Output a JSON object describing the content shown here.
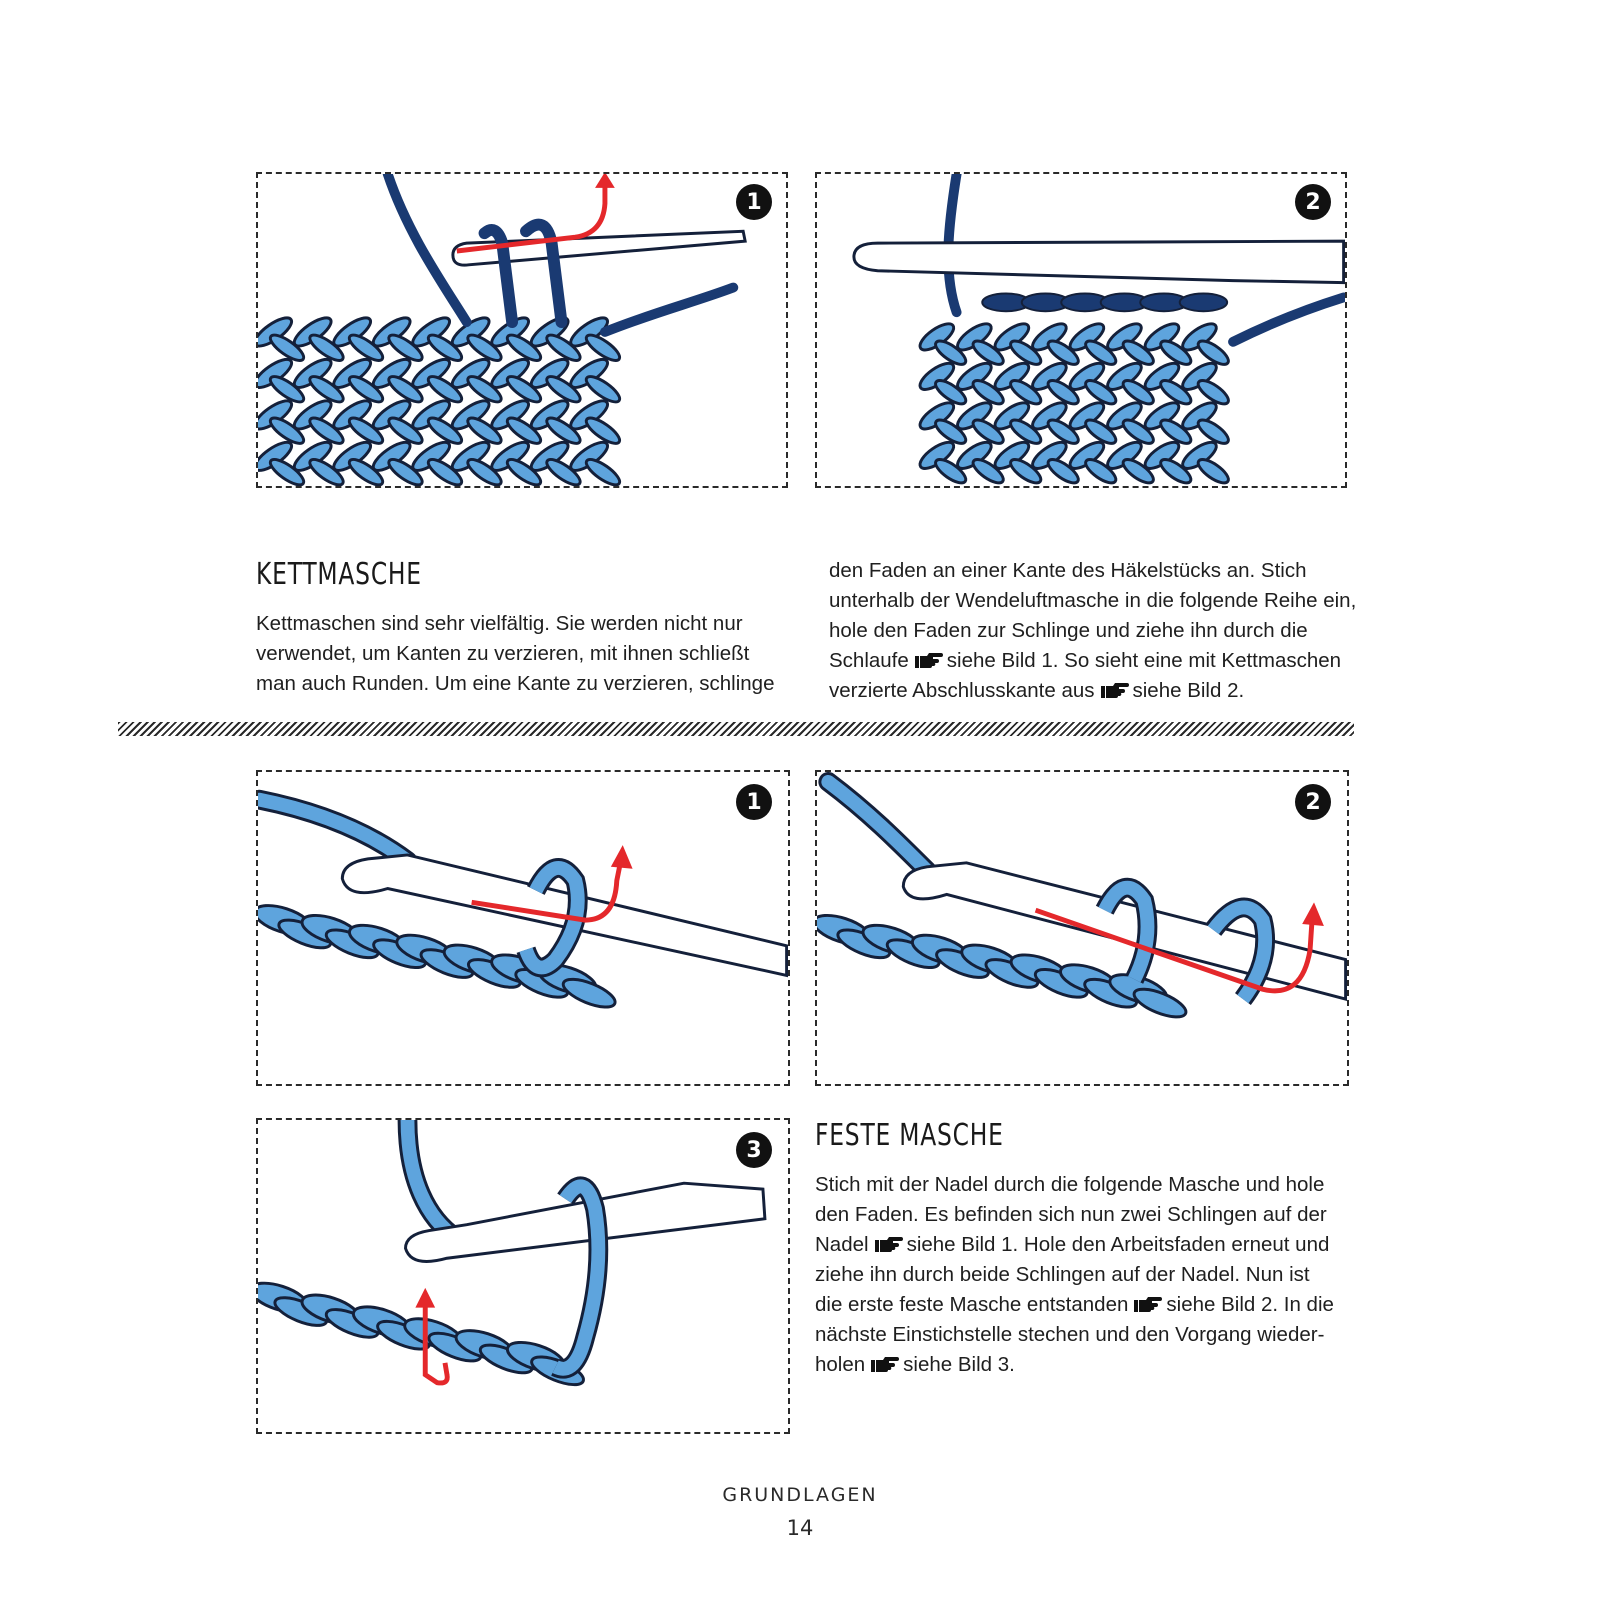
{
  "colors": {
    "yarn_light": "#5ea4dd",
    "yarn_dark": "#1a3a72",
    "outline": "#14203a",
    "arrow": "#e4282b",
    "hook": "#ffffff"
  },
  "kettmasche": {
    "heading": "KETTMASCHE",
    "figures": [
      {
        "number": "1",
        "icon": "crochet-hook-slip-stitch-step-1"
      },
      {
        "number": "2",
        "icon": "crochet-hook-slip-stitch-step-2"
      }
    ],
    "text_left": [
      "Kettmaschen sind sehr vielfältig. Sie werden nicht nur",
      "verwendet, um Kanten zu verzieren, mit ihnen schließt",
      "man auch Runden. Um eine Kante zu verzieren, schlinge"
    ],
    "text_right": {
      "line1": "den Faden an einer Kante des Häkelstücks an. Stich",
      "line2": "unterhalb der Wendeluftmasche in die folgende Reihe ein,",
      "line3": "hole den Faden zur Schlinge und ziehe ihn durch die",
      "line4_a": "Schlaufe",
      "line4_b": "siehe Bild 1. So sieht eine mit Kettmaschen",
      "line5_a": "verzierte Abschlusskante aus",
      "line5_b": "siehe Bild 2."
    }
  },
  "feste_masche": {
    "heading": "FESTE MASCHE",
    "figures": [
      {
        "number": "1",
        "icon": "crochet-hook-single-crochet-step-1"
      },
      {
        "number": "2",
        "icon": "crochet-hook-single-crochet-step-2"
      },
      {
        "number": "3",
        "icon": "crochet-hook-single-crochet-step-3"
      }
    ],
    "text": {
      "line1": "Stich mit der Nadel durch die folgende Masche und hole",
      "line2": "den Faden. Es befinden sich nun zwei Schlingen auf der",
      "line3_a": "Nadel",
      "line3_b": "siehe Bild 1. Hole den Arbeitsfaden erneut und",
      "line4": "ziehe ihn durch beide Schlingen auf der Nadel. Nun ist",
      "line5_a": "die erste feste Masche entstanden",
      "line5_b": "siehe Bild 2. In die",
      "line6": "nächste Einstichstelle stechen und den Vorgang wieder-",
      "line7_a": "holen",
      "line7_b": "siehe Bild 3."
    }
  },
  "footer": {
    "section": "GRUNDLAGEN",
    "page_number": "14"
  }
}
